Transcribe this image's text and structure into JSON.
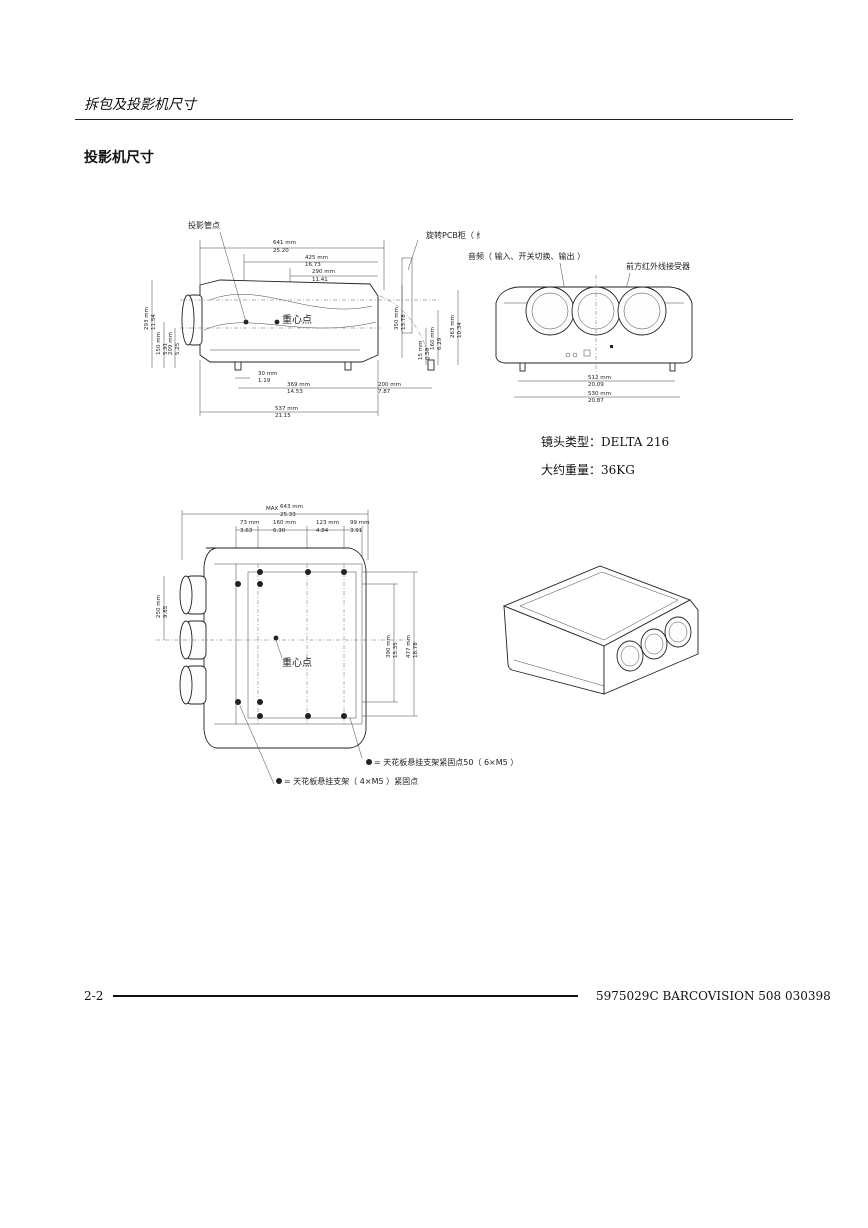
{
  "header": {
    "title": "拆包及投影机尺寸"
  },
  "section": {
    "title": "投影机尺寸"
  },
  "side_view": {
    "labels": {
      "tube_point": "投影管点",
      "cog": "重心点",
      "pcb_rotate": "旋转PCB柜（ 维修用 ）"
    },
    "dims": {
      "d641": "641 mm",
      "d641i": "25.20",
      "d425": "425 mm",
      "d425i": "16.73",
      "d290": "290 mm",
      "d290i": "11.41",
      "d293": "293 mm",
      "d293i": "11.54",
      "d150": "150 mm",
      "d150i": "5.91",
      "d209": "209 mm",
      "d209i": "5.25",
      "d30": "30 mm",
      "d30i": "1.19",
      "d369": "369 mm",
      "d369i": "14.53",
      "d537": "537 mm",
      "d537i": "21.15",
      "d200": "200 mm",
      "d200i": "7.87",
      "d350": "350 mm",
      "d350i": "13.78",
      "d15": "15 mm",
      "d15i": "0.59",
      "d160": "160 mm",
      "d160i": "6.29",
      "d263": "263 mm",
      "d263i": "10.34"
    }
  },
  "front_view": {
    "labels": {
      "audio": "音频（ 输入、开关切换、输出 ）",
      "ir": "前方红外线接受器"
    },
    "dims": {
      "d512": "512 mm",
      "d512i": "20.09",
      "d530": "530 mm",
      "d530i": "20.87"
    }
  },
  "specs": {
    "lens": "镜头类型：DELTA 216",
    "weight": "大约重量：36KG"
  },
  "top_view": {
    "labels": {
      "cog": "重心点",
      "max": "MAX",
      "mount50": "= 天花板悬挂支架紧固点50（ 6×M5 ）",
      "mount4": "= 天花板悬挂支架（ 4×M5 ）紧固点"
    },
    "dims": {
      "d643": "643 mm",
      "d643i": "25.33",
      "d73": "73 mm",
      "d73i": "3.63",
      "d160": "160 mm",
      "d160i": "6.30",
      "d123": "123 mm",
      "d123i": "4.84",
      "d99": "99 mm",
      "d99i": "3.91",
      "d250": "250 mm",
      "d250i": "9.85",
      "d390": "390 mm",
      "d390i": "15.35",
      "d477": "477 mm",
      "d477i": "18.78"
    }
  },
  "footer": {
    "page": "2-2",
    "doc": "5975029C BARCOVISION 508 030398"
  }
}
